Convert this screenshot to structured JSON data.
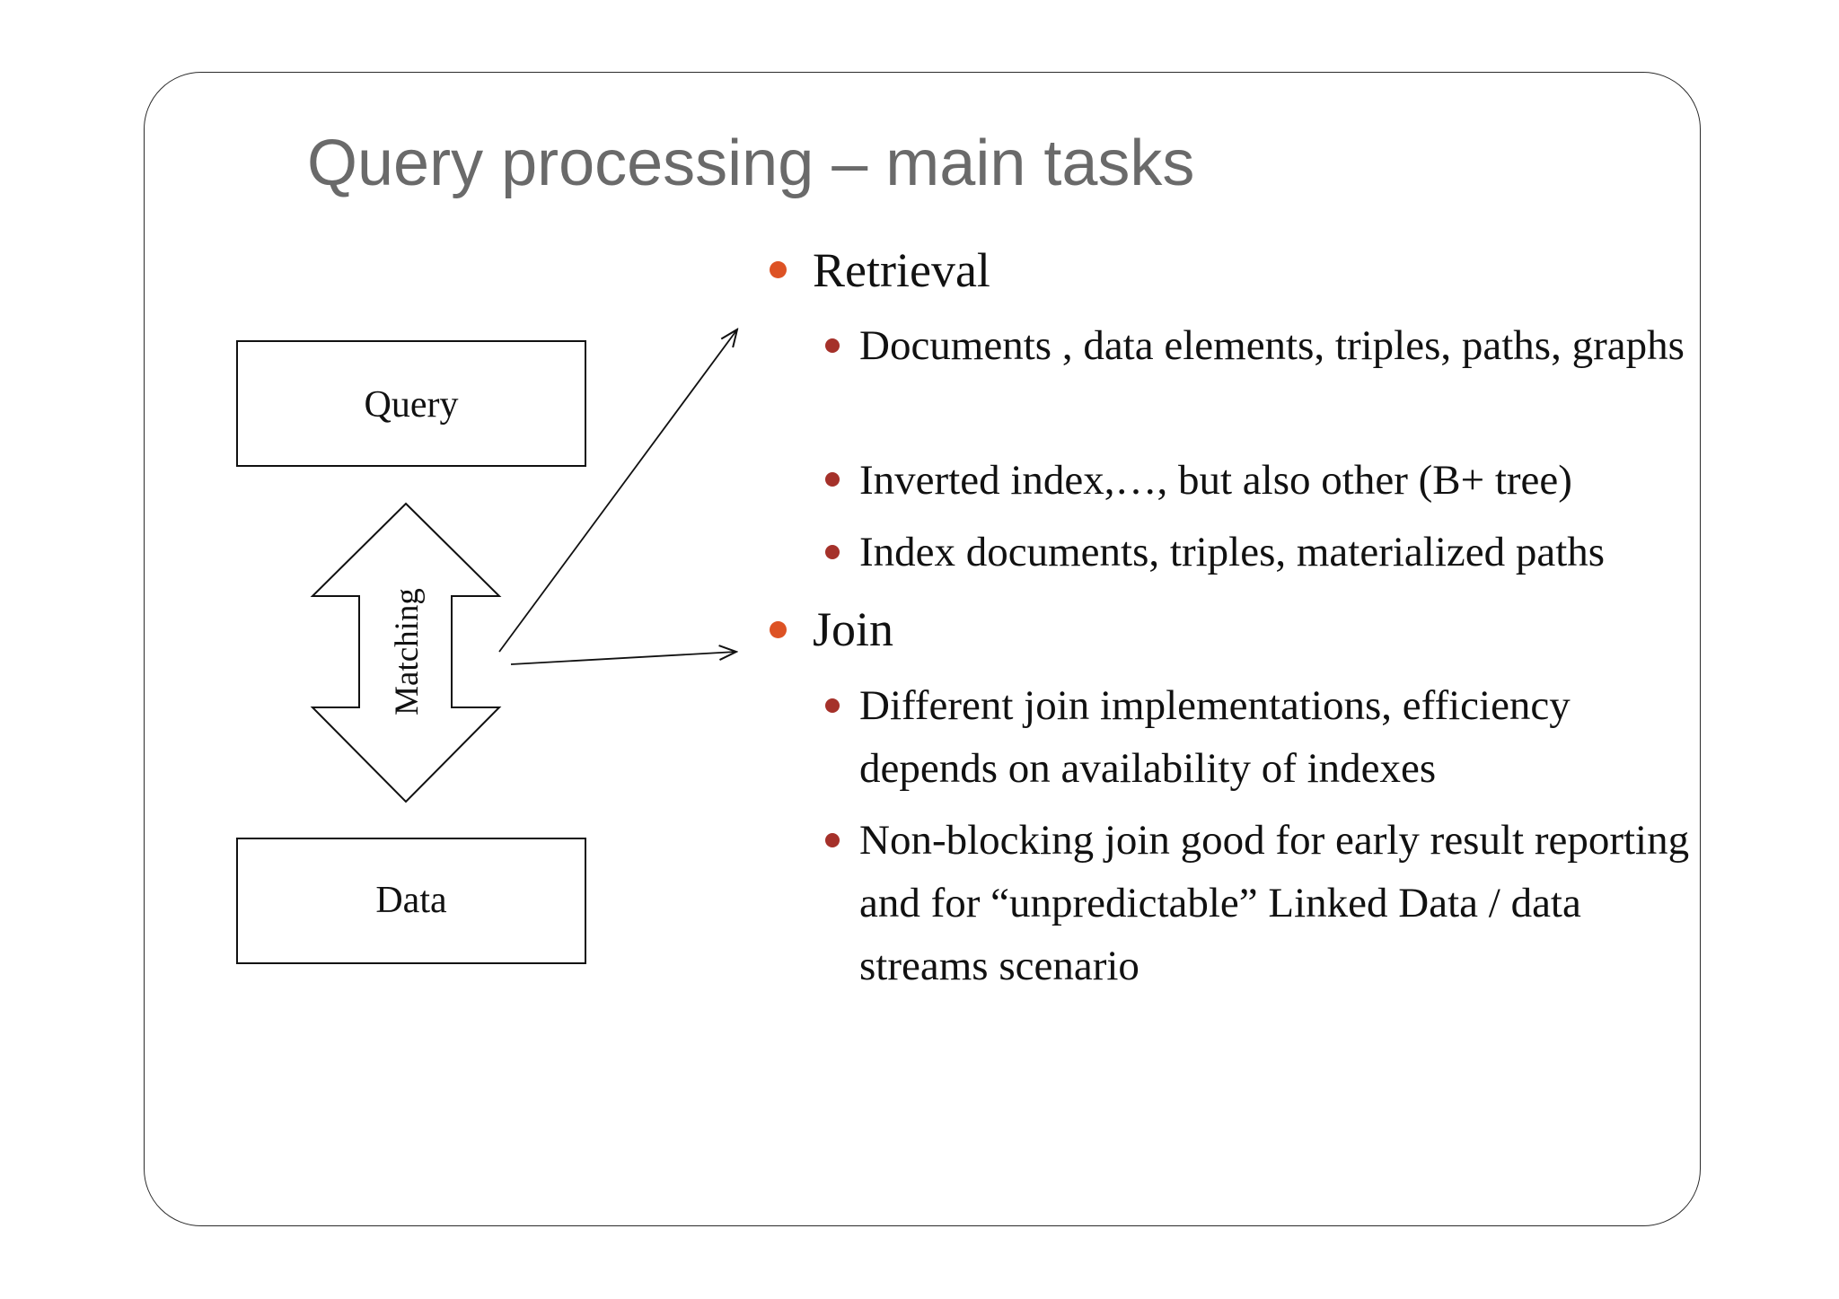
{
  "slide": {
    "title": "Query processing – main tasks"
  },
  "diagram": {
    "query_box_label": "Query",
    "data_box_label": "Data",
    "arrow_label": "Matching"
  },
  "bullets": [
    {
      "text": "Retrieval",
      "subitems": [
        "Documents , data elements, triples, paths, graphs",
        "Inverted index,…, but also other (B+ tree)",
        "Index documents, triples, materialized paths"
      ]
    },
    {
      "text": "Join",
      "subitems": [
        "Different join implementations, efficiency depends on availability of indexes",
        "Non-blocking join good for early result reporting and for “unpredictable” Linked Data / data streams scenario"
      ]
    }
  ],
  "colors": {
    "bullet_level1": "#dd5224",
    "bullet_level2": "#a5312a",
    "title": "#6a6a6a"
  }
}
